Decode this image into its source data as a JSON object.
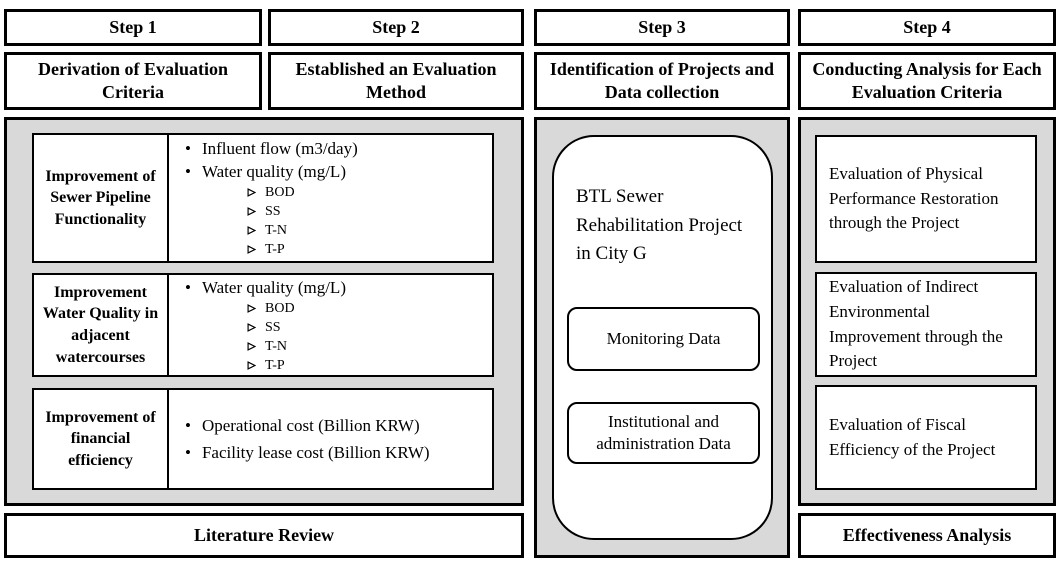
{
  "steps": [
    {
      "step": "Step 1",
      "title": "Derivation of Evaluation Criteria"
    },
    {
      "step": "Step 2",
      "title": "Established an Evaluation Method"
    },
    {
      "step": "Step 3",
      "title": "Identification of Projects and Data collection"
    },
    {
      "step": "Step 4",
      "title": "Conducting Analysis for Each Evaluation Criteria"
    }
  ],
  "criteria_rows": [
    {
      "label": "Improvement of Sewer Pipeline Functionality",
      "bullets": [
        {
          "text": "Influent flow (m3/day)",
          "subs": []
        },
        {
          "text": "Water quality (mg/L)",
          "subs": [
            "BOD",
            "SS",
            "T-N",
            "T-P"
          ]
        }
      ]
    },
    {
      "label": "Improvement Water Quality in adjacent watercourses",
      "bullets": [
        {
          "text": "Water quality (mg/L)",
          "subs": [
            "BOD",
            "SS",
            "T-N",
            "T-P"
          ]
        }
      ]
    },
    {
      "label": "Improvement of financial efficiency",
      "bullets": [
        {
          "text": "Operational cost (Billion KRW)",
          "subs": []
        },
        {
          "text": "Facility lease cost (Billion KRW)",
          "subs": []
        }
      ]
    }
  ],
  "project_panel": {
    "title": "BTL Sewer Rehabilitation Project in City G",
    "items": [
      "Monitoring Data",
      "Institutional and administration Data"
    ]
  },
  "evaluation_boxes": [
    "Evaluation of Physical Performance Restoration through the Project",
    "Evaluation of Indirect Environmental Improvement through the Project",
    "Evaluation of Fiscal Efficiency of the Project"
  ],
  "footers": {
    "left": "Literature Review",
    "right": "Effectiveness Analysis"
  },
  "colors": {
    "panel_gray": "#d9d9d9",
    "border": "#000000",
    "background": "#ffffff"
  }
}
